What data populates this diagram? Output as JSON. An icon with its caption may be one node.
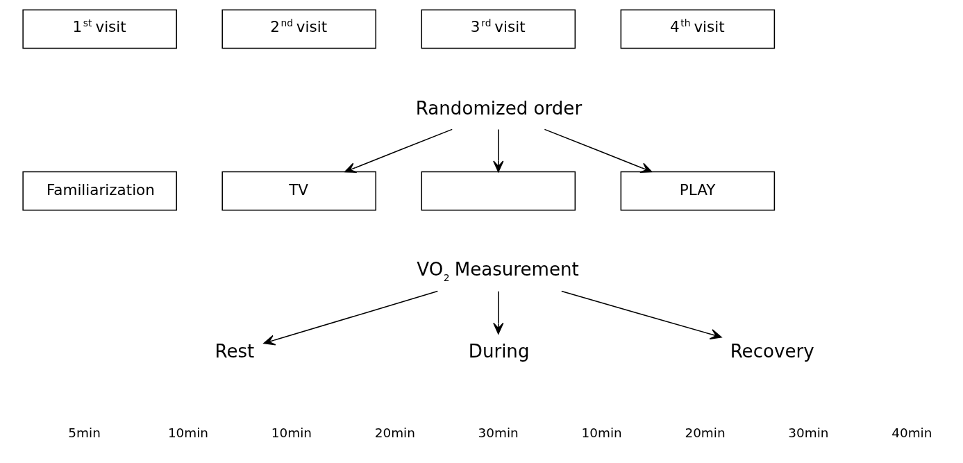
{
  "diagram": {
    "nodes": [
      {
        "text": [
          "1$^{st}$ visit"
        ]
      },
      {
        "text": [
          "2$^{nd}$ visit"
        ]
      },
      {
        "text": [
          "3$^{rd}$ visit"
        ]
      },
      {
        "text": [
          "4$^{th}$ visit"
        ]
      },
      {
        "text": [
          "Randomized order"
        ]
      },
      {
        "text": [
          "Familiarization"
        ]
      },
      {
        "text": [
          "TV"
        ]
      },
      {
        "text": [],
        "shape": "box"
      },
      {
        "text": [
          "PLAY"
        ]
      },
      {
        "text": [
          "VO$_{2}$ Measurement"
        ]
      },
      {
        "text": [
          "Rest"
        ]
      },
      {
        "text": [
          "During"
        ]
      },
      {
        "text": [
          "Recovery"
        ]
      }
    ],
    "edges": [
      {
        "from": 4,
        "to": 6,
        "arrow": "to"
      },
      {
        "from": 4,
        "to": 7,
        "arrow": "to"
      },
      {
        "from": 4,
        "to": 8,
        "arrow": "to"
      },
      {
        "from": 9,
        "to": 10,
        "arrow": "to"
      },
      {
        "from": 9,
        "to": 11,
        "arrow": "to"
      },
      {
        "from": 9,
        "to": 12,
        "arrow": "to"
      }
    ],
    "labels": [
      "5min",
      "10min",
      "10min",
      "20min",
      "30min",
      "10min",
      "20min",
      "30min",
      "40min"
    ]
  }
}
